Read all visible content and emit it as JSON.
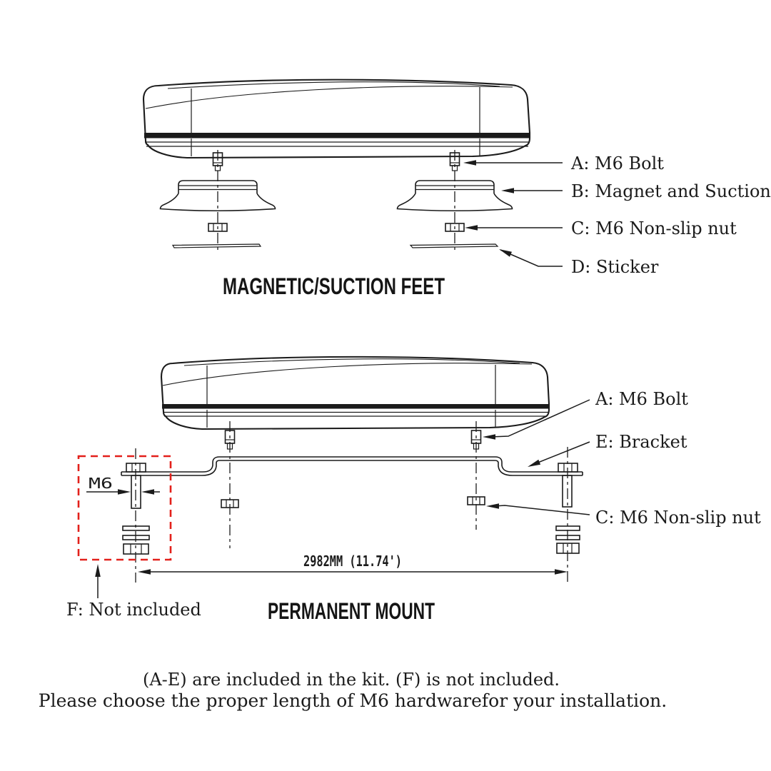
{
  "top_diagram": {
    "title": "MAGNETIC/SUCTION FEET",
    "label_a": "A: M6 Bolt",
    "label_b": "B: Magnet and Suction",
    "label_c": "C: M6 Non-slip nut",
    "label_d": "D: Sticker"
  },
  "bottom_diagram": {
    "title": "PERMANENT MOUNT",
    "label_a": "A: M6 Bolt",
    "label_e": "E: Bracket",
    "label_c": "C: M6 Non-slip nut",
    "label_f": "F: Not included",
    "thread_size": "M6",
    "dimension": "2982MM (11.74')"
  },
  "footer": {
    "line1": "(A-E) are included in the kit. (F) is not included.",
    "line2": "Please choose the proper length of M6 hardwarefor your installation."
  },
  "colors": {
    "ink": "#1b1b1b",
    "highlight": "#e3201b"
  }
}
